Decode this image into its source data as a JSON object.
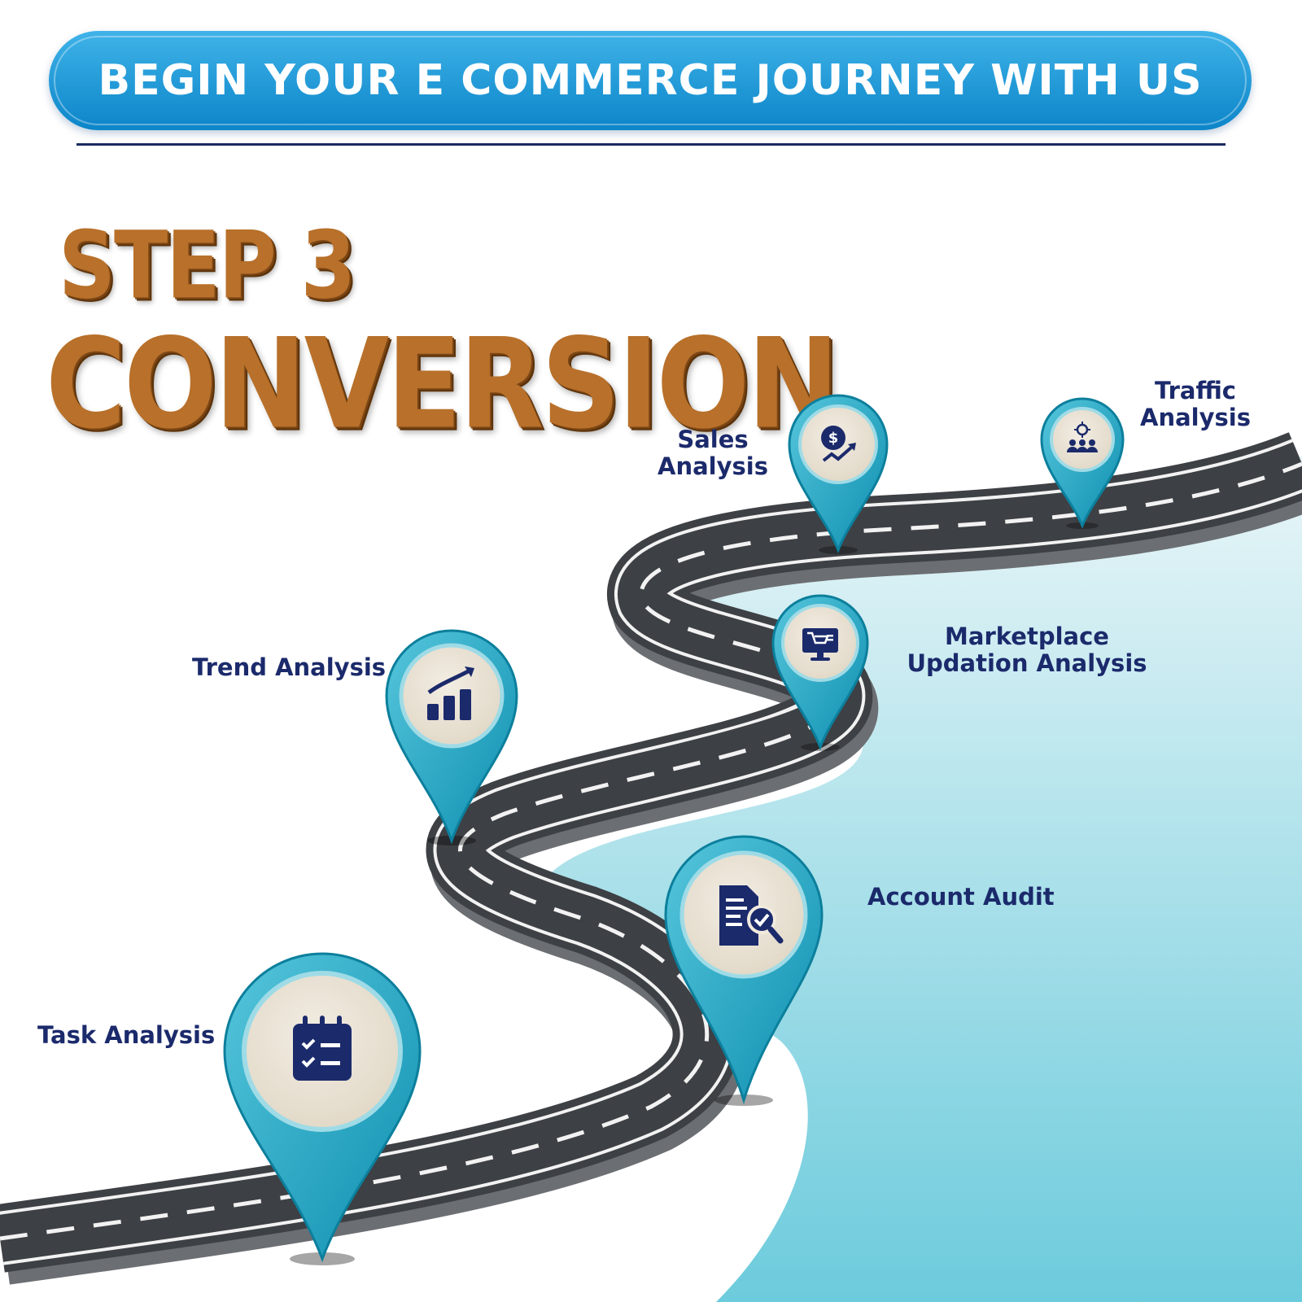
{
  "header": {
    "title": "BEGIN YOUR E COMMERCE JOURNEY WITH US"
  },
  "step": {
    "number_label": "STEP 3",
    "name": "CONVERSION"
  },
  "milestones": [
    {
      "label": "Task Analysis",
      "icon": "calendar-checklist-icon"
    },
    {
      "label": "Account Audit",
      "icon": "document-magnifier-icon"
    },
    {
      "label": "Trend Analysis",
      "icon": "bar-chart-trend-icon"
    },
    {
      "label_lines": [
        "Marketplace",
        "Updation Analysis"
      ],
      "icon": "monitor-cart-icon"
    },
    {
      "label_lines": [
        "Sales",
        "Analysis"
      ],
      "icon": "dollar-growth-icon"
    },
    {
      "label_lines": [
        "Traffic",
        "Analysis"
      ],
      "icon": "people-target-icon"
    }
  ],
  "colors": {
    "banner": "#1591d4",
    "title_orange": "#b8702a",
    "label_navy": "#1b2a6b",
    "pin_teal": "#1aa7c4",
    "road": "#3d4044"
  }
}
